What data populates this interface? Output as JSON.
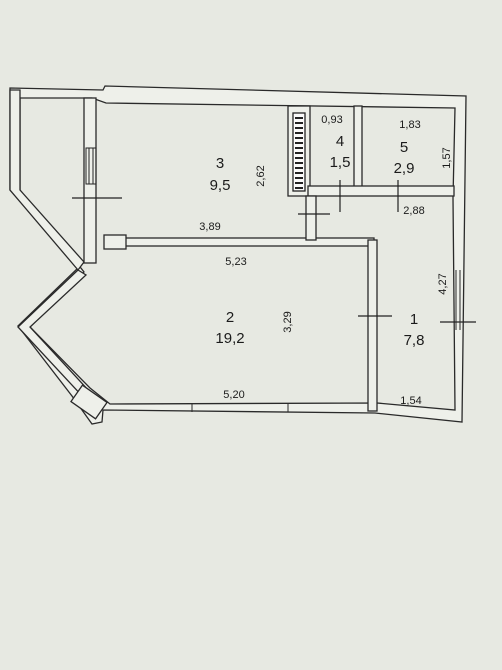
{
  "rooms": [
    {
      "number": "1",
      "area": "7,8"
    },
    {
      "number": "2",
      "area": "19,2"
    },
    {
      "number": "3",
      "area": "9,5"
    },
    {
      "number": "4",
      "area": "1,5"
    },
    {
      "number": "5",
      "area": "2,9"
    }
  ],
  "dimensions": {
    "room3_width": "3,89",
    "room3_depth": "2,62",
    "room2_top": "5,23",
    "room2_bottom": "5,20",
    "room2_depth": "3,29",
    "room4_width": "0,93",
    "room5_width": "1,83",
    "room5_depth": "1,57",
    "room1_top": "2,88",
    "room1_depth": "4,27",
    "room1_bottom": "1,54"
  },
  "colors": {
    "background": "#e7e9e2",
    "wall_fill": "#eef0ea",
    "line": "#2a2a2a"
  }
}
